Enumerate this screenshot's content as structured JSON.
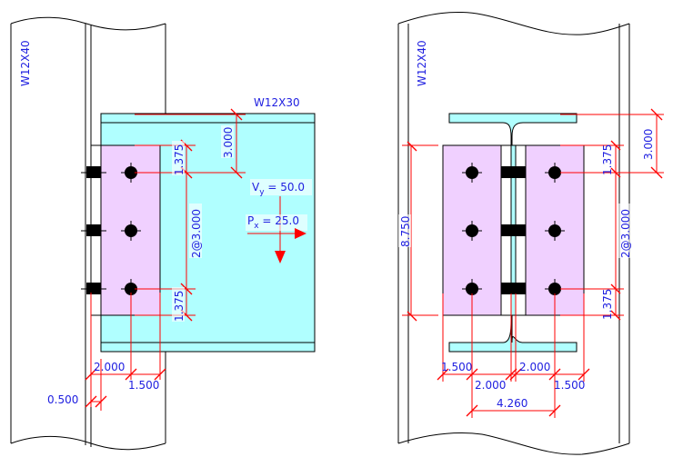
{
  "colors": {
    "beam_fill": "#b0ffff",
    "plate_fill": "#f0d0ff",
    "dimension_line": "#ff0000",
    "dimension_text": "#2020e0",
    "outline": "#000000",
    "bolt": "#000000"
  },
  "side_view": {
    "column_label": "W12X40",
    "beam_label": "W12X30",
    "loads": {
      "vy_label": "V",
      "vy_sub": "y",
      "vy_value": " = 50.0",
      "px_label": "P",
      "px_sub": "x",
      "px_value": " = 25.0"
    },
    "dims": {
      "top_to_bolt": "3.000",
      "plate_top_edge": "1.375",
      "bolt_spacing": "2@3.000",
      "plate_bottom_edge": "1.375",
      "gap_to_bolt": "2.000",
      "bolt_to_plate_edge": "1.500",
      "setback": "0.500"
    }
  },
  "end_view": {
    "column_label": "W12X40",
    "dims": {
      "plate_length": "8.750",
      "top_to_bolt": "3.000",
      "plate_top_edge": "1.375",
      "bolt_spacing": "2@3.000",
      "plate_bottom_edge": "1.375",
      "left_edge": "1.500",
      "left_gage": "2.000",
      "right_gage": "2.000",
      "right_edge": "1.500",
      "bolt_gage_total": "4.260"
    }
  }
}
